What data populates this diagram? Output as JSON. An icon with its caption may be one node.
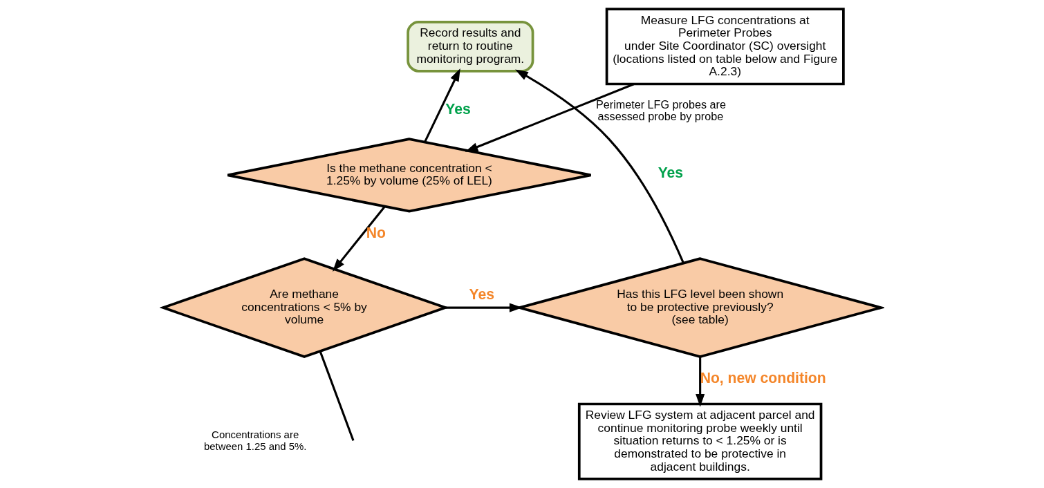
{
  "diagram": {
    "nodes": [
      {
        "text": [
          "Record results and return to routine monitoring program."
        ]
      },
      {
        "text": [
          "Measure LFG concentrations at Perimeter Probes",
          "under Site Coordinator (SC) oversight (locations listed on table below and Figure A.2.3)"
        ]
      },
      {
        "text": [
          "Review LFG system at adjacent parcel and continue monitoring probe weekly until situation returns to < 1.25% or is demonstrated to be protective in adjacent buildings."
        ]
      },
      {
        "text": [
          "Is the methane concentration < 1.25% by volume (25% of LEL)"
        ]
      },
      {
        "text": [
          "Are methane concentrations < 5% by volume"
        ]
      },
      {
        "text": [
          "Has this LFG level been shown to be protective previously? (see table)"
        ]
      }
    ],
    "edges": [
      {
        "from": 1,
        "to": 3,
        "arrow": "to",
        "label": "Perimeter LFG probes are assessed probe by probe"
      },
      {
        "from": 3,
        "to": 0,
        "arrow": "to",
        "label": "Yes"
      },
      {
        "from": 3,
        "to": 4,
        "arrow": "to",
        "label": "No"
      },
      {
        "from": 4,
        "to": 5,
        "arrow": "to",
        "label": "Yes"
      },
      {
        "from": 5,
        "to": 0,
        "arrow": "to",
        "label": "Yes"
      },
      {
        "from": 5,
        "to": 2,
        "arrow": "to",
        "label": "No, new condition"
      },
      {
        "from": 4,
        "to": null,
        "arrow": "none"
      }
    ],
    "labels": [
      "Concentrations are between 1.25 and 5%."
    ]
  }
}
